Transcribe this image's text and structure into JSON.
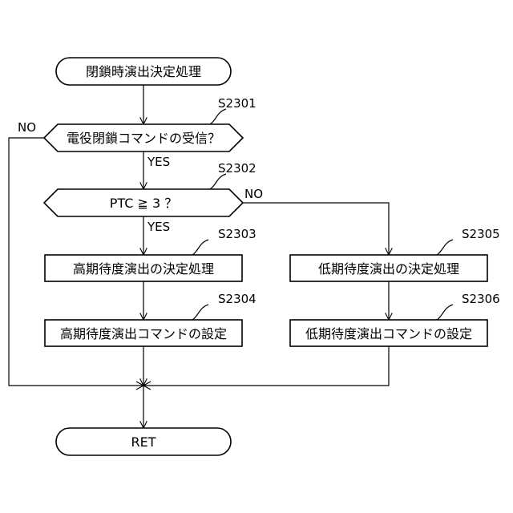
{
  "flowchart": {
    "start_label": "閉鎖時演出決定処理",
    "decision_1": {
      "label": "電役閉鎖コマンドの受信？",
      "step": "S2301",
      "yes": "YES",
      "no": "NO"
    },
    "decision_2": {
      "label": "PTC ≧ 3 ？",
      "step": "S2302",
      "yes": "YES",
      "no": "NO"
    },
    "process_high_decide": {
      "label": "高期待度演出の決定処理",
      "step": "S2303"
    },
    "process_high_command": {
      "label": "高期待度演出コマンドの設定",
      "step": "S2304"
    },
    "process_low_decide": {
      "label": "低期待度演出の決定処理",
      "step": "S2305"
    },
    "process_low_command": {
      "label": "低期待度演出コマンドの設定",
      "step": "S2306"
    },
    "end_label": "RET"
  }
}
